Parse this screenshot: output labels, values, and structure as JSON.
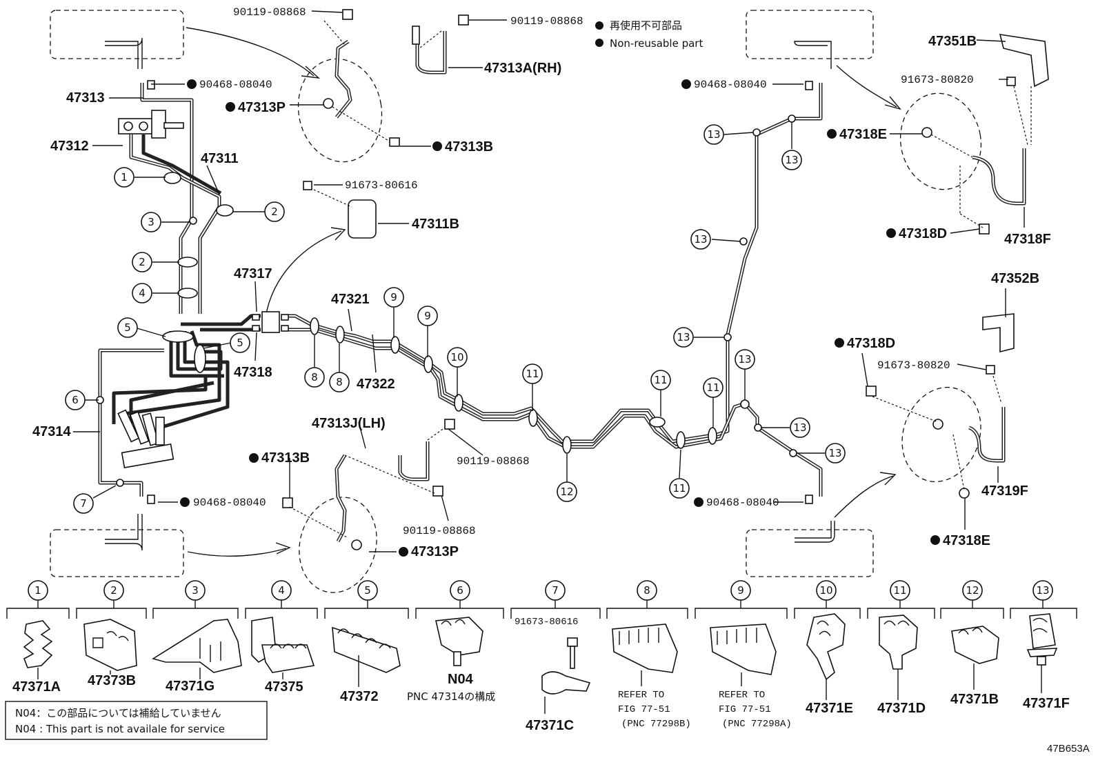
{
  "legend": {
    "ja": "再使用不可部品",
    "en": "Non-reusable part"
  },
  "part_numbers": {
    "p90119_1": "90119-08868",
    "p90119_2": "90119-08868",
    "p90119_3": "90119-08868",
    "p90119_4": "90119-08868",
    "p47313A": "47313A(RH)",
    "p47313J": "47313J(LH)",
    "p47313P_1": "47313P",
    "p47313P_2": "47313P",
    "p47313B_1": "47313B",
    "p47313B_2": "47313B",
    "p90468_1": "90468-08040",
    "p90468_2": "90468-08040",
    "p90468_3": "90468-08040",
    "p90468_4": "90468-08040",
    "p47313": "47313",
    "p47312": "47312",
    "p47311": "47311",
    "p47311B": "47311B",
    "p91673_80616_1": "91673-80616",
    "p91673_80616_2": "91673-80616",
    "p47317": "47317",
    "p47318": "47318",
    "p47321": "47321",
    "p47322": "47322",
    "p47314": "47314",
    "p47351B": "47351B",
    "p91673_80820_1": "91673-80820",
    "p91673_80820_2": "91673-80820",
    "p47318E_1": "47318E",
    "p47318E_2": "47318E",
    "p47318D_1": "47318D",
    "p47318D_2": "47318D",
    "p47318F": "47318F",
    "p47352B": "47352B",
    "p47319F": "47319F"
  },
  "callouts": {
    "c1": "1",
    "c2": "2",
    "c3": "3",
    "c4": "4",
    "c5": "5",
    "c6": "6",
    "c7": "7",
    "c8": "8",
    "c9": "9",
    "c10": "10",
    "c11": "11",
    "c12": "12",
    "c13": "13"
  },
  "clamp_table": [
    {
      "num": "1",
      "part": "47371A"
    },
    {
      "num": "2",
      "part": "47373B"
    },
    {
      "num": "3",
      "part": "47371G"
    },
    {
      "num": "4",
      "part": "47375"
    },
    {
      "num": "5",
      "part": "47372"
    },
    {
      "num": "6",
      "part": "N04",
      "sub": "PNC 47314の構成"
    },
    {
      "num": "7",
      "part": "47371C",
      "bolt": "91673-80616"
    },
    {
      "num": "8",
      "refer": [
        "REFER TO",
        "FIG 77-51",
        "(PNC 77298B)"
      ]
    },
    {
      "num": "9",
      "refer": [
        "REFER TO",
        "FIG 77-51",
        "(PNC 77298A)"
      ]
    },
    {
      "num": "10",
      "part": "47371E"
    },
    {
      "num": "11",
      "part": "47371D"
    },
    {
      "num": "12",
      "part": "47371B"
    },
    {
      "num": "13",
      "part": "47371F"
    }
  ],
  "footnote": {
    "ja": "N04：この部品については補給していません",
    "en": "N04 : This part is not availale for service"
  },
  "figure_id": "47B653A"
}
